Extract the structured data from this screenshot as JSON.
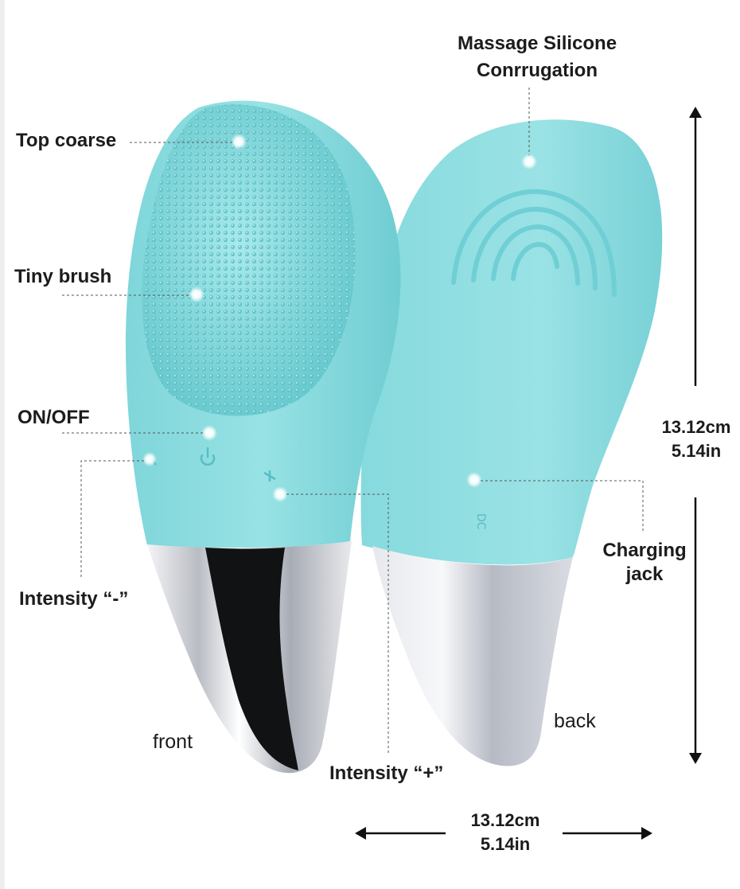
{
  "labels": {
    "massage_line1": "Massage Silicone",
    "massage_line2": "Conrrugation",
    "top_coarse": "Top coarse",
    "tiny_brush": "Tiny brush",
    "on_off": "ON/OFF",
    "intensity_minus": "Intensity “-”",
    "intensity_plus": "Intensity “+”",
    "charging_line1": "Charging",
    "charging_line2": "jack",
    "front": "front",
    "back": "back",
    "dc_mark": "DC"
  },
  "dimensions": {
    "height_cm": "13.12cm",
    "height_in": "5.14in",
    "width_cm": "13.12cm",
    "width_in": "5.14in"
  },
  "colors": {
    "silicone": "#8fdde0",
    "silicone_dark": "#63c6cb",
    "chrome": "#c9ccd2",
    "text": "#1c1c1c"
  }
}
